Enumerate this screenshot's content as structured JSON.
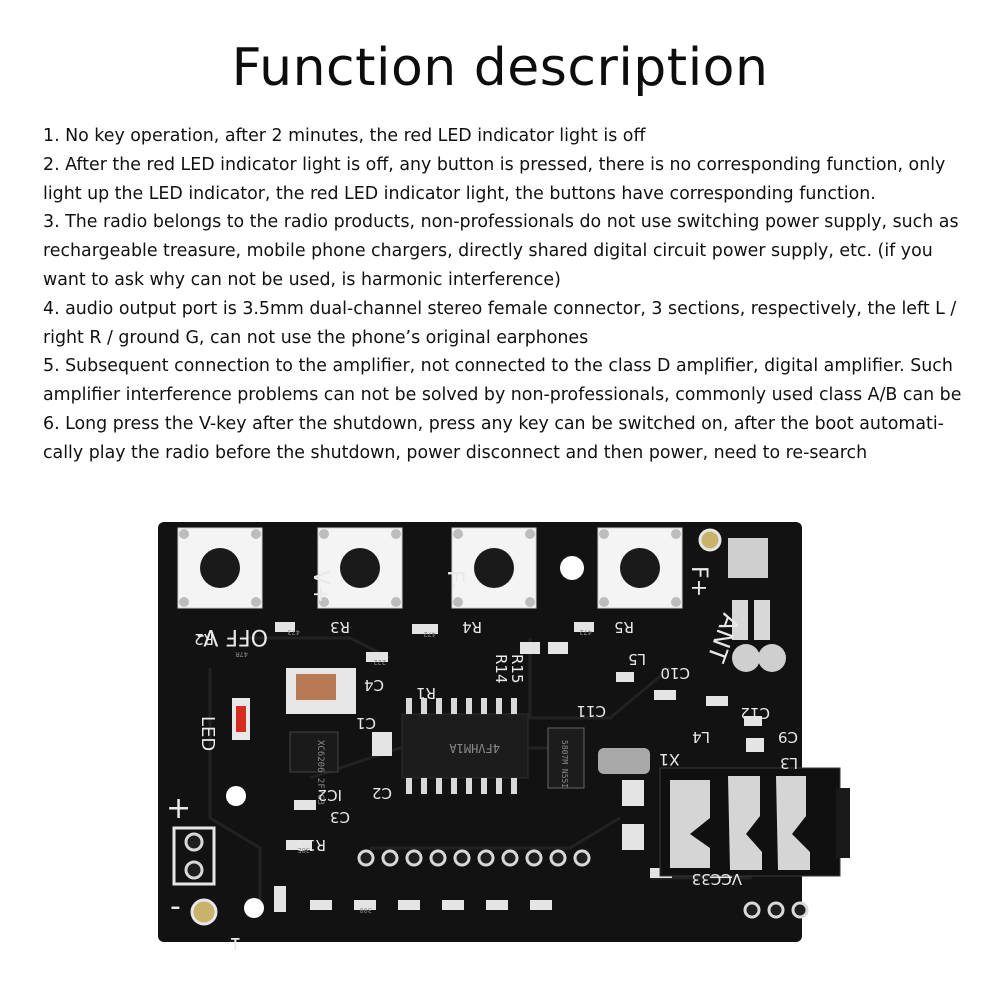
{
  "title": "Function description",
  "lines": [
    "1. No key operation, after 2 minutes, the red LED indicator light is off",
    "2. After the red LED indicator light is off, any button is pressed, there is no corresponding function, only light up the LED indicator, the red LED indicator light, the buttons have corresponding function.",
    "3. The radio belongs to the radio products, non-professionals do not use switching power supply, such as rechargeable treasure, mobile phone chargers, directly shared digital circuit power supply, etc. (if you want to ask why can not be used, is harmonic interference)",
    "4. audio output port is 3.5mm dual-channel stereo female connector, 3 sections, respectively, the left L / right R / ground G, can not use the phone’s original earphones",
    "5. Subsequent connection to the amplifier, not connected to the class D amplifier, digital amplifier. Such amplifier interference problems can not be solved by non-professionals, commonly used class A/B can be",
    "6. Long press the V-key after the shutdown, press any key can be switched on, after the boot automati-cally play the radio before the shutdown, power disconnect and then power, need to re-search"
  ],
  "pcb": {
    "buttons": [
      "OFF V-",
      "V+",
      "F-",
      "F+"
    ],
    "silkscreen": {
      "ant": "ANT",
      "led": "LED",
      "vcc33": "VCC33",
      "x1": "X1",
      "plus": "+",
      "minus": "-",
      "pin1": "1",
      "r1": "R1",
      "r2": "R2",
      "r3": "R3",
      "r4": "R4",
      "r5": "R5",
      "r13": "R13",
      "r14": "R14",
      "r15": "R15",
      "c1": "C1",
      "c2": "C2",
      "c3": "C3",
      "c4": "C4",
      "c9": "C9",
      "c10": "C10",
      "c11": "C11",
      "c12": "C12",
      "l3": "L3",
      "l4": "L4",
      "l5": "L5",
      "ic2": "IC2"
    },
    "chip_marks": {
      "main_ic": "4FVHM1A",
      "regulator": "XC6206 2F7G3",
      "small_ic": "5807M N55I"
    },
    "resistor_codes": {
      "r3": "473",
      "r4": "472",
      "r5": "472",
      "r2": "47R",
      "c4": "222",
      "r13": "30E",
      "bottom": "300"
    }
  },
  "colors": {
    "pcb": "#121212",
    "silkscreen": "#e9e9e9",
    "pad": "#c9c9c9",
    "led": "#d62b1f"
  }
}
